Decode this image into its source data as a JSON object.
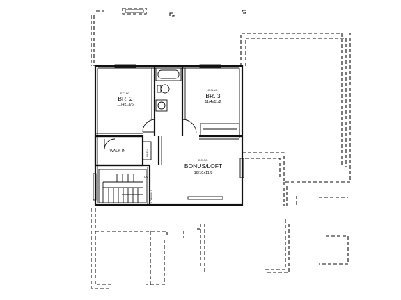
{
  "rooms": {
    "br2": {
      "ceiling": "8' CLNG.",
      "name": "BR. 2",
      "size": "11/4x13/6"
    },
    "br3": {
      "ceiling": "8' CLNG.",
      "name": "BR. 3",
      "size": "11/4x11/2"
    },
    "loft": {
      "ceiling": "8' CLNG.",
      "name": "BONUS/LOFT",
      "size": "16/10x11/8"
    }
  },
  "labels": {
    "walk_in": "WALK-IN",
    "linen": "LINEN",
    "low_wall": "LOW WALL",
    "down": "DN"
  }
}
